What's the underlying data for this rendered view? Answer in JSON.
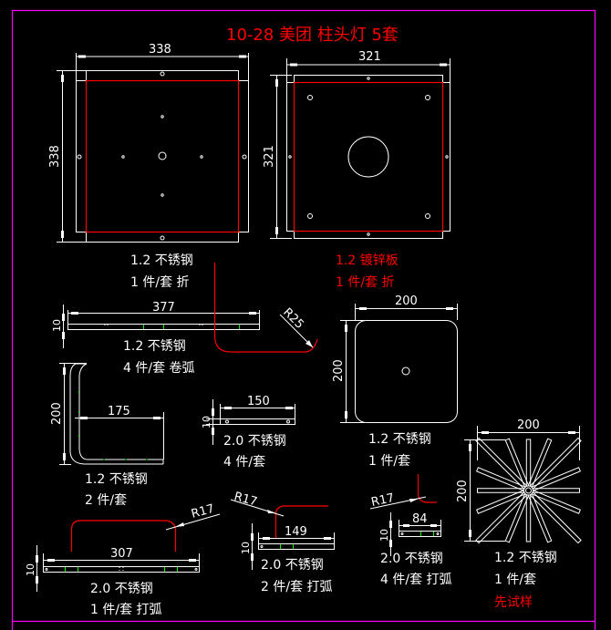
{
  "title": "10-28 美团 柱头灯 5套",
  "colors": {
    "background": "#000000",
    "line": "#ffffff",
    "bend": "#ff0000",
    "mark": "#00ff00",
    "frame": "#ff00ff"
  },
  "parts": [
    {
      "id": "panel-a",
      "dims": [
        "338",
        "338"
      ],
      "spec": "1.2 不锈钢",
      "qty": "1 件/套 折"
    },
    {
      "id": "panel-b",
      "dims": [
        "321",
        "321"
      ],
      "spec": "1.2 镀锌板",
      "qty": "1 件/套 折"
    },
    {
      "id": "strip-377",
      "dims": [
        "377",
        "10"
      ],
      "radius": "R25",
      "spec": "1.2 不锈钢",
      "qty": "4 件/套 卷弧"
    },
    {
      "id": "rounded-plate",
      "dims": [
        "200",
        "200"
      ],
      "spec": "1.2 不锈钢",
      "qty": "1 件/套"
    },
    {
      "id": "l-bracket",
      "dims": [
        "200",
        "175"
      ],
      "spec": "1.2 不锈钢",
      "qty": "2 件/套"
    },
    {
      "id": "strip-150",
      "dims": [
        "150",
        "10"
      ],
      "spec": "2.0 不锈钢",
      "qty": "4 件/套"
    },
    {
      "id": "strip-307",
      "dims": [
        "307",
        "10"
      ],
      "radius": "R17",
      "spec": "2.0 不锈钢",
      "qty": "1 件/套 打弧"
    },
    {
      "id": "strip-149",
      "dims": [
        "149",
        "10"
      ],
      "radius": "R17",
      "spec": "2.0 不锈钢",
      "qty": "2 件/套 打弧"
    },
    {
      "id": "strip-84",
      "dims": [
        "84",
        "10"
      ],
      "radius": "R17",
      "spec": "2.0 不锈钢",
      "qty": "4 件/套 打弧"
    },
    {
      "id": "star-grille",
      "dims": [
        "200",
        "200"
      ],
      "spec": "1.2 不锈钢",
      "qty": "1 件/套",
      "note": "先试样"
    }
  ]
}
